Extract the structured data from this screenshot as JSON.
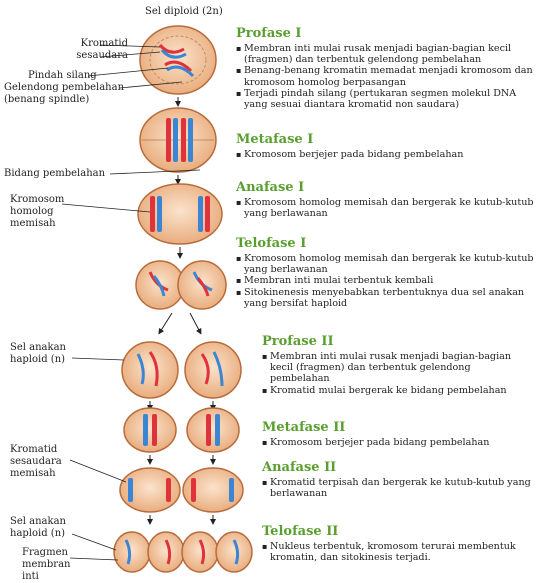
{
  "title": "Sel diploid (2n)",
  "labels": {
    "kromatid_sesaudara": "Kromatid sesaudara",
    "pindah_silang": "Pindah silang",
    "gelendong": "Gelendong pembelahan (benang spindle)",
    "bidang_pembelahan": "Bidang pembelahan",
    "kromosom_homolog": "Kromosom homolog memisah",
    "sel_anakan_1": "Sel anakan haploid (n)",
    "kromatid_memisah": "Kromatid sesaudara memisah",
    "sel_anakan_2": "Sel anakan haploid (n)",
    "fragmen": "Fragmen membran inti"
  },
  "phases": [
    {
      "name": "Profase I",
      "items": [
        "Membran inti mulai rusak menjadi bagian-bagian kecil (fragmen) dan terbentuk gelendong pembelahan",
        "Benang-benang kromatin memadat menjadi kromosom dan kromosom homolog berpasangan",
        "Terjadi pindah silang (pertukaran segmen molekul DNA yang sesuai diantara kromatid non saudara)"
      ]
    },
    {
      "name": "Metafase I",
      "items": [
        "Kromosom berjejer pada bidang pembelahan"
      ]
    },
    {
      "name": "Anafase I",
      "items": [
        "Kromosom homolog memisah dan bergerak ke kutub-kutub yang berlawanan"
      ]
    },
    {
      "name": "Telofase I",
      "items": [
        "Kromosom homolog memisah dan bergerak ke kutub-kutub yang berlawanan",
        "Membran inti mulai terbentuk kembali",
        "Sitokinenesis menyebabkan terbentuknya dua sel anakan yang bersifat haploid"
      ]
    },
    {
      "name": "Profase II",
      "items": [
        "Membran inti mulai rusak menjadi bagian-bagian kecil (fragmen) dan terbentuk gelendong pembelahan",
        "Kromatid mulai bergerak ke bidang pembelahan"
      ]
    },
    {
      "name": "Metafase II",
      "items": [
        "Kromosom berjejer pada bidang pembelahan"
      ]
    },
    {
      "name": "Anafase II",
      "items": [
        "Kromatid terpisah dan bergerak ke kutub-kutub yang berlawanan"
      ]
    },
    {
      "name": "Telofase II",
      "items": [
        "Nukleus terbentuk, kromosom terurai membentuk kromatin, dan sitokinesis terjadi."
      ]
    }
  ],
  "colors": {
    "heading": "#5a9e2f",
    "cell_fill": "#f3c29a",
    "cell_edge": "#b86b3c",
    "chromosome_red": "#e0323a",
    "chromosome_blue": "#3a86d4"
  }
}
